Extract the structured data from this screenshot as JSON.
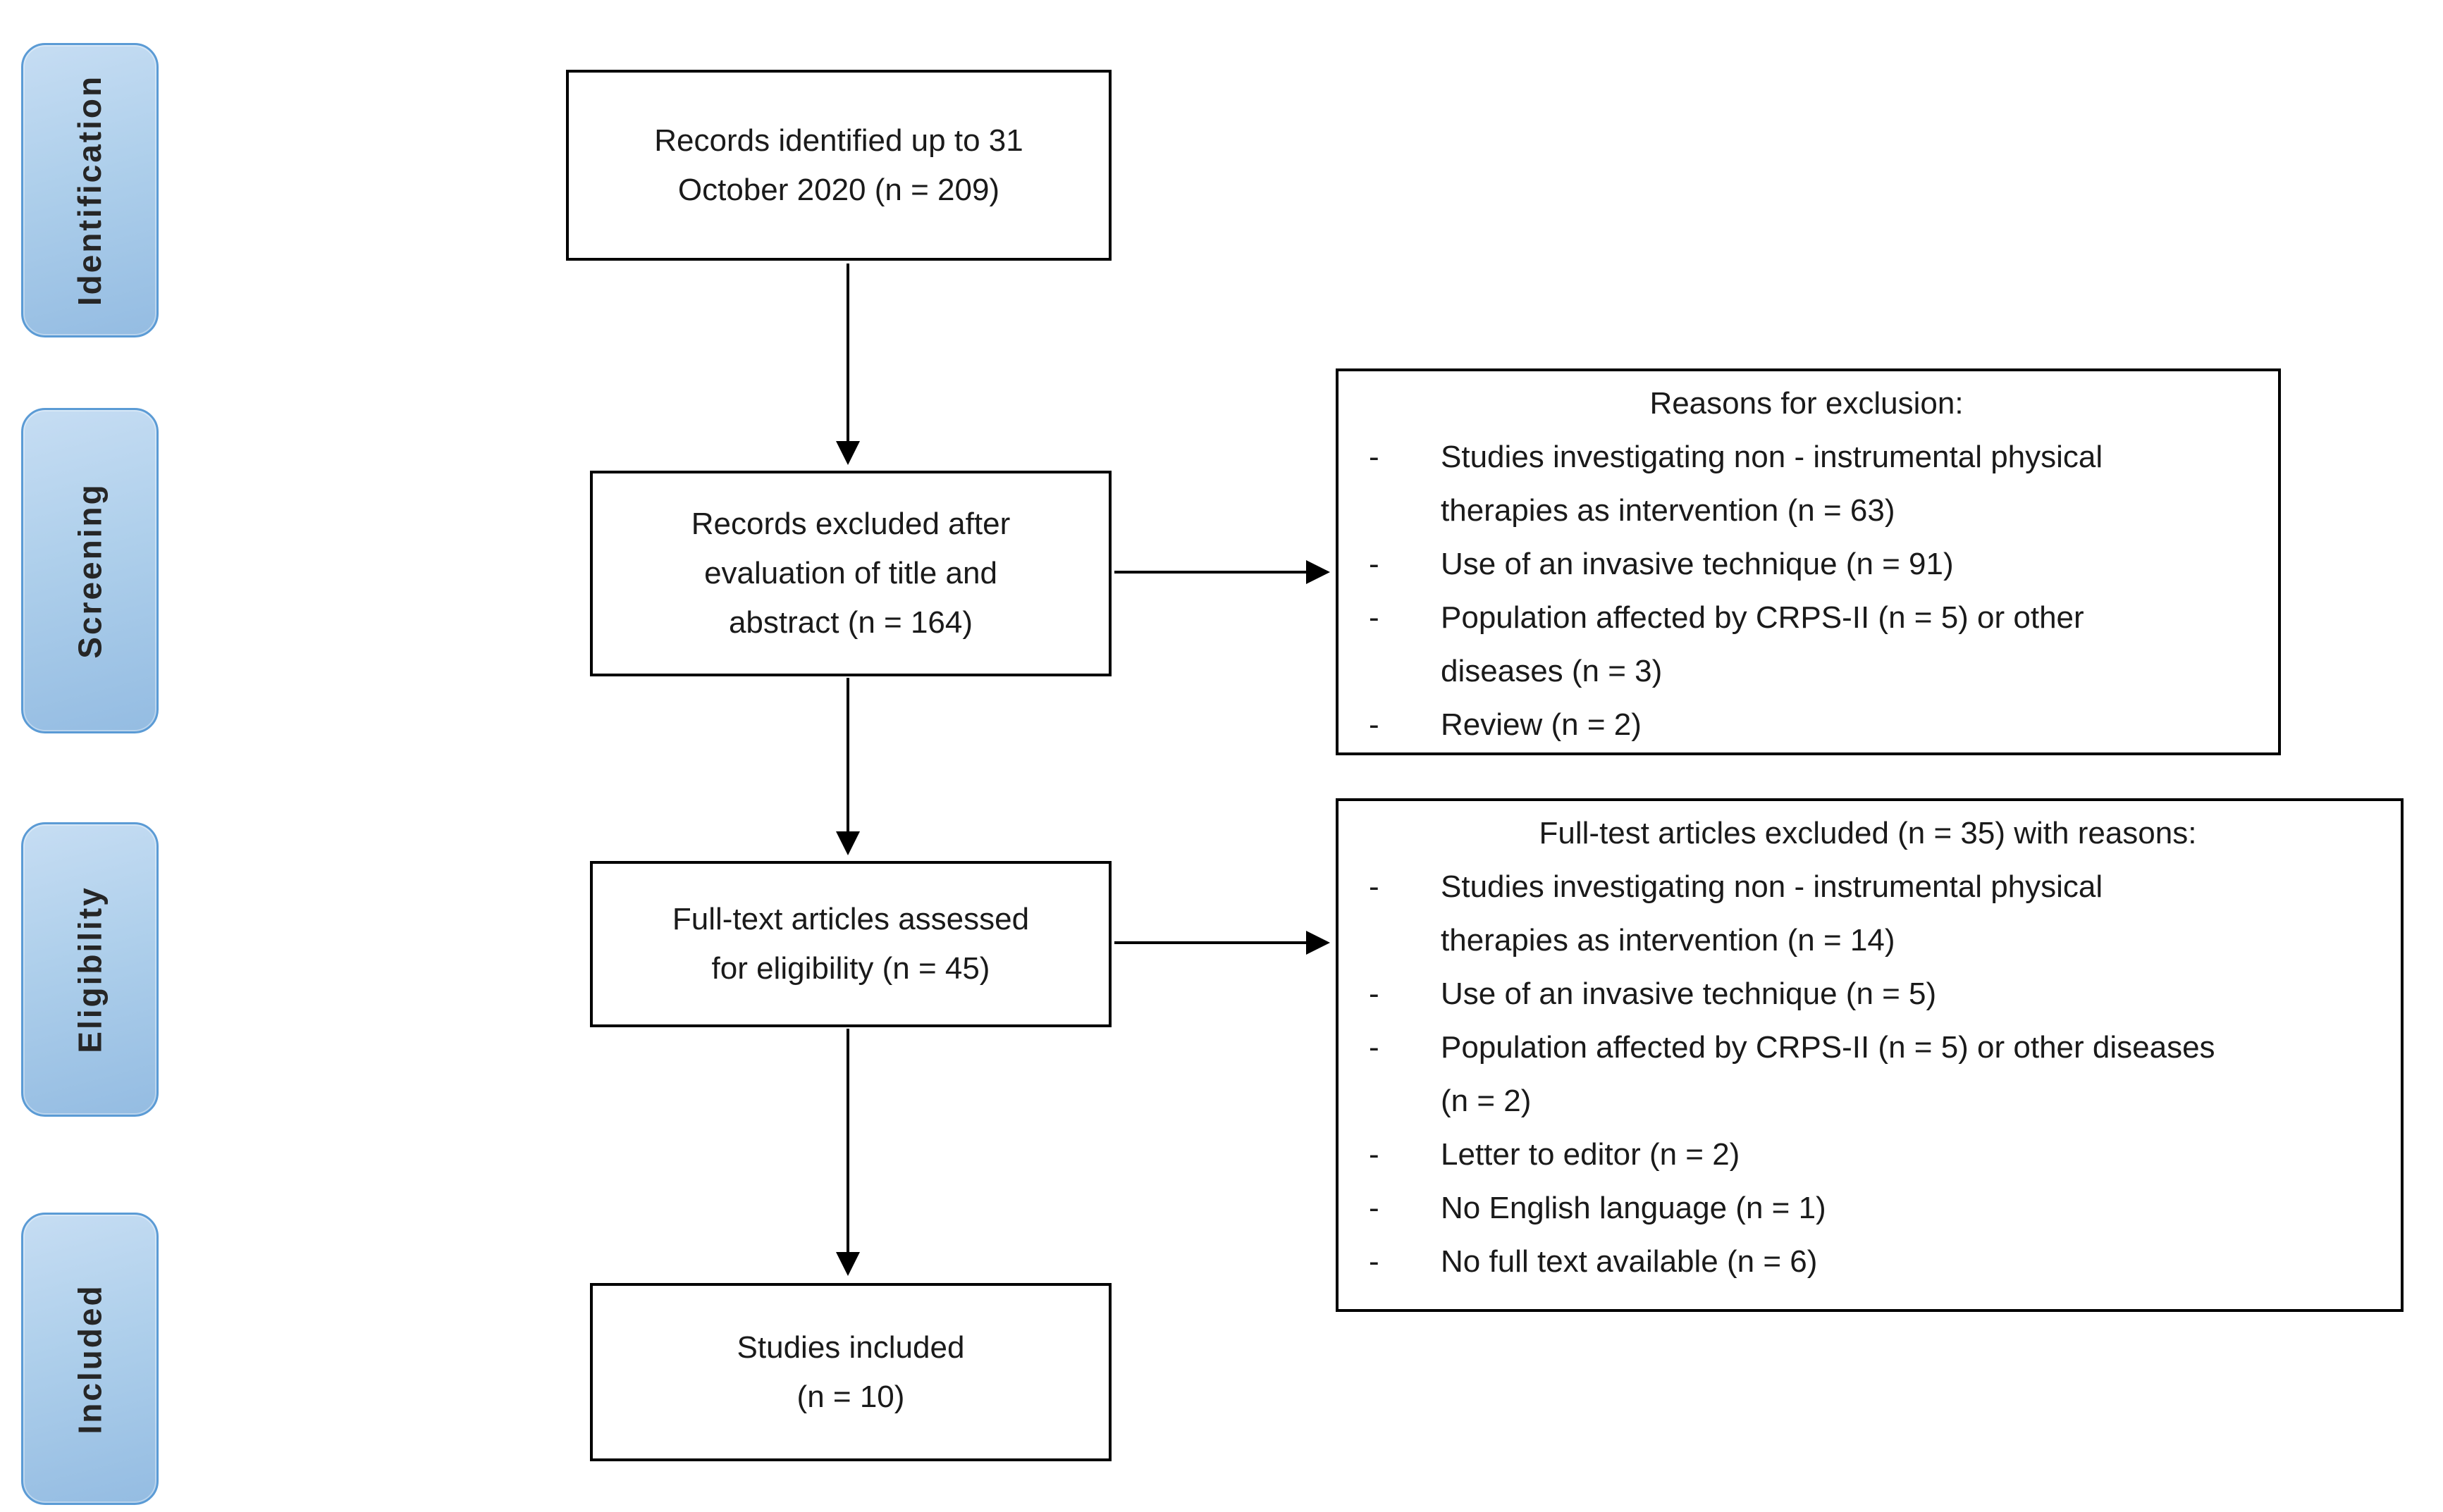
{
  "diagram": {
    "bullet": "-",
    "stages": [
      {
        "label": "Identification"
      },
      {
        "label": "Screening"
      },
      {
        "label": "Eligibility"
      },
      {
        "label": "Included"
      }
    ],
    "flow_boxes": [
      {
        "text": "Records identified up to 31\nOctober 2020 (n = 209)"
      },
      {
        "text": "Records excluded after\nevaluation of title and\nabstract (n = 164)"
      },
      {
        "text": "Full-text articles assessed\nfor eligibility (n = 45)"
      },
      {
        "text": "Studies included\n(n = 10)"
      }
    ],
    "exclusion_boxes": [
      {
        "title": "Reasons for exclusion:",
        "items": [
          "Studies investigating non - instrumental physical\ntherapies as intervention (n = 63)",
          "Use of an invasive technique (n = 91)",
          "Population affected by CRPS-II (n = 5) or other\ndiseases (n = 3)",
          "Review (n = 2)"
        ]
      },
      {
        "title": "Full-test articles excluded (n = 35) with reasons:",
        "items": [
          "Studies investigating non - instrumental physical\ntherapies as intervention (n = 14)",
          "Use of an invasive technique (n = 5)",
          "Population affected by CRPS-II (n = 5) or other diseases\n(n = 2)",
          "Letter to editor (n = 2)",
          "No English language (n = 1)",
          "No full text available (n = 6)"
        ]
      }
    ],
    "colors": {
      "stage_fill_light": "#c6ddf3",
      "stage_fill_dark": "#94bce2",
      "stage_border": "#5b9bd5",
      "box_border": "#000000",
      "text": "#1a1a1a"
    }
  }
}
